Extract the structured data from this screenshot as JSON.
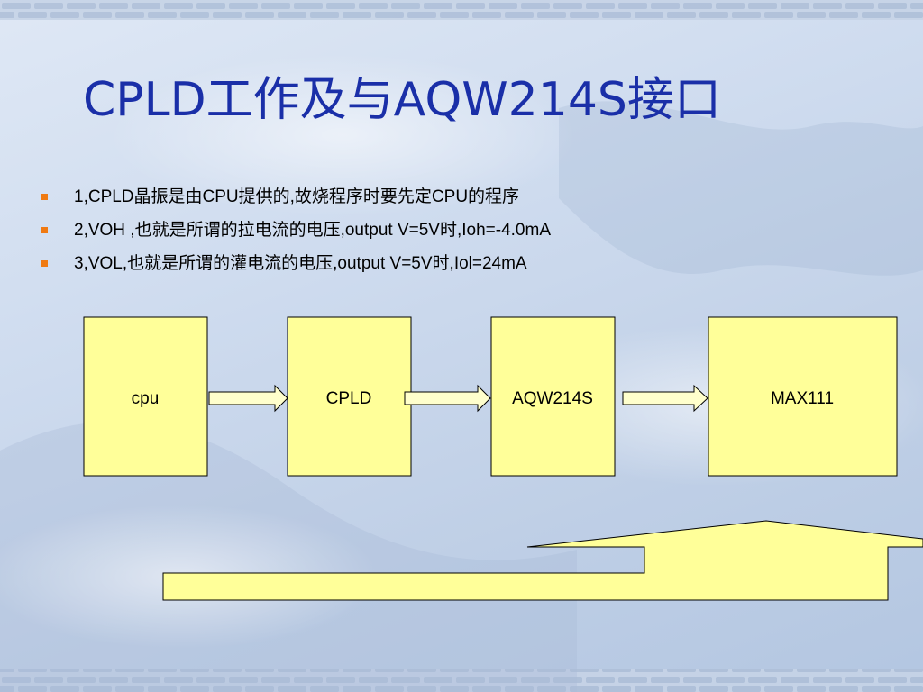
{
  "slide": {
    "title": "CPLD工作及与AQW214S接口",
    "bullets": [
      "1,CPLD晶振是由CPU提供的,故烧程序时要先定CPU的程序",
      "2,VOH ,也就是所谓的拉电流的电压,output V=5V时,Ioh=-4.0mA",
      "3,VOL,也就是所谓的灌电流的电压,output V=5V时,Iol=24mA"
    ],
    "colors": {
      "title": "#1a2fa8",
      "bullet_marker": "#f07a12",
      "box_fill": "#ffff99",
      "box_stroke": "#000000"
    }
  },
  "diagram": {
    "blocks": [
      "cpu",
      "CPLD",
      "AQW214S",
      "MAX111"
    ]
  }
}
